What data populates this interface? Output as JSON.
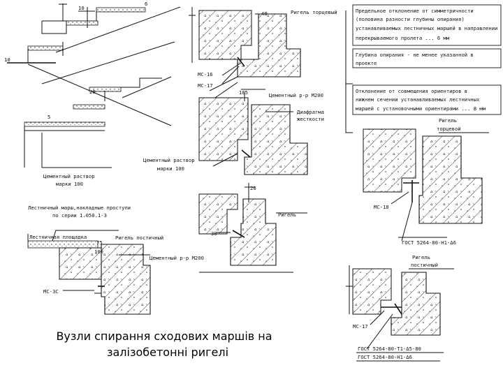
{
  "caption": {
    "line1": "Вузли спирання сходових маршів на",
    "line2": "залізобетонні ригелі"
  },
  "left_top": {
    "dim_6": "6",
    "dim_10": "10",
    "dim_10b": "10",
    "dim_20": "20",
    "dim_5": "5",
    "note_line1": "Цементный раствор",
    "note_line2": "марки 100",
    "march_line1": "Лестничный марш,накладные проступи",
    "march_line2": "по серии  1.050.1-3"
  },
  "left_bottom": {
    "landing": "Лестничная площадка",
    "girder": "Ригель постичный",
    "dim_75": "75",
    "dim_100": "100",
    "mortar": "Цементный р-р М200",
    "ms": "МС-3С"
  },
  "middle": {
    "dim_40": "40",
    "girder_end": "Ригель торцевый",
    "ms16": "МС-16",
    "ms17": "МС-17",
    "dim_105": "105",
    "mortar200": "Цементный р-р М200",
    "diaphragm1": "Диафрагма",
    "diaphragm2": "жесткости",
    "mortar100_1": "Цементный раствор",
    "mortar100_2": "марки 100",
    "dim_20": "20",
    "girder": "Ригель",
    "dim_30": "30"
  },
  "notes": {
    "n1": [
      "Предельное отклонение от симметричности",
      "(половина разности глубины опирания)",
      "устанавливаемых лестничных маршей в направлении",
      "перекрываемого пролета ... 6 мм"
    ],
    "n2": [
      "Глубина опирания - не менее указанной в",
      "проекте"
    ],
    "n3": [
      "Отклонение от совмещения ориентиров в",
      "нижнем сечении  устанавливаемых лестничных",
      "маршей с установочными ориентирами ... 8 мм"
    ]
  },
  "right_mid": {
    "girder1": "Ригель",
    "girder2": "торцевой",
    "ms18": "МС-18",
    "gost": "ГОСТ 5264-80-Н1-Δ6"
  },
  "right_bottom": {
    "girder1": "Ригель",
    "girder2": "постичный",
    "ms17": "МС-17",
    "gost1": "ГОСТ 5264-80-Т1-Δ5-80",
    "gost2": "ГОСТ 5264-80-Н1-Δ6"
  }
}
